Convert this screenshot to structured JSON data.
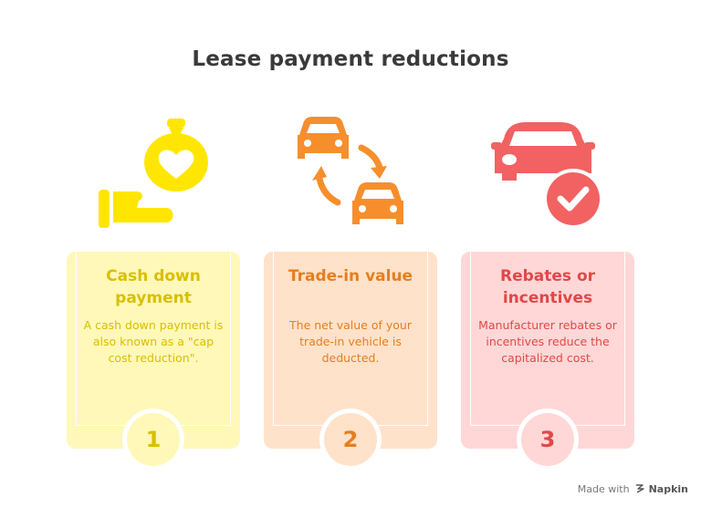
{
  "title": "Lease payment reductions",
  "colors": {
    "yellow": "#ffe600",
    "yellow_text": "#d9bf00",
    "yellow_bg": "#fff8b8",
    "orange": "#f78e2c",
    "orange_text": "#e67e1f",
    "orange_bg": "#ffe2c9",
    "red": "#f26262",
    "red_text": "#e14848",
    "red_bg": "#ffd7d7"
  },
  "items": [
    {
      "number": "1",
      "heading": "Cash down payment",
      "description": "A cash down payment is also known as a \"cap cost reduction\".",
      "icon": "hand-money-bag-heart-icon"
    },
    {
      "number": "2",
      "heading": "Trade-in value",
      "description": "The net value of your trade-in vehicle is deducted.",
      "icon": "car-exchange-icon"
    },
    {
      "number": "3",
      "heading": "Rebates or incentives",
      "description": "Manufacturer rebates or incentives reduce the capitalized cost.",
      "icon": "car-checkmark-icon"
    }
  ],
  "footer": {
    "prefix": "Made with",
    "brand": "Napkin",
    "icon": "napkin-logo-icon"
  }
}
